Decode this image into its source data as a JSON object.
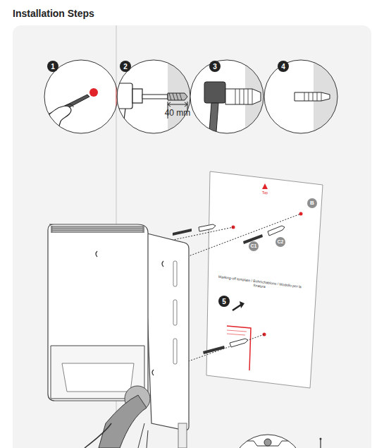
{
  "diagram": {
    "title": "Installation Steps",
    "labels": [
      "1",
      "2",
      "3",
      "4",
      "40 mm",
      "Top",
      "B",
      "C1",
      "C2",
      "Marking-off template / Bohrschablone / Modello per la foratura",
      "5"
    ]
  }
}
